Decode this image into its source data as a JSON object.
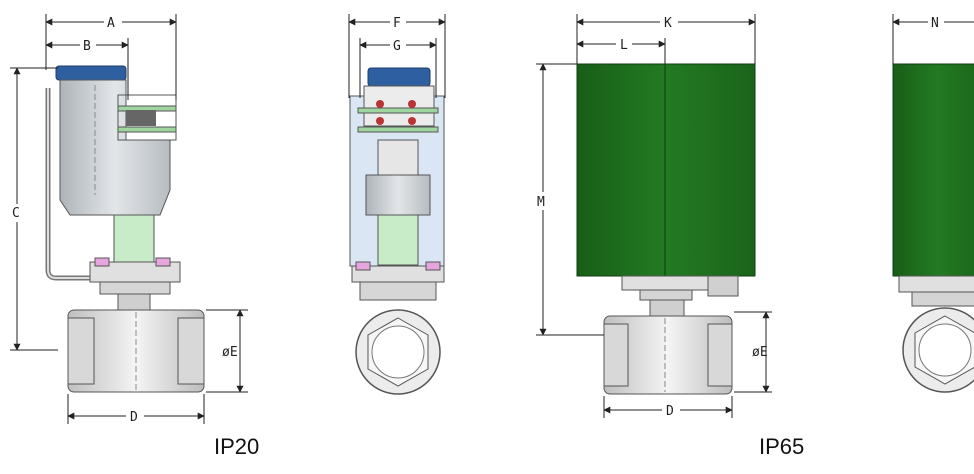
{
  "drawing": {
    "ip20": {
      "caption": "IP20",
      "side_view": {
        "dim_a": "A",
        "dim_b": "B",
        "dim_c": "C",
        "dim_d": "D",
        "dim_e": "øE"
      },
      "front_view": {
        "dim_f": "F",
        "dim_g": "G"
      }
    },
    "ip65": {
      "caption": "IP65",
      "side_view": {
        "dim_k": "K",
        "dim_l": "L",
        "dim_m": "M",
        "dim_d": "D",
        "dim_e": "øE"
      },
      "front_view": {
        "dim_n": "N"
      }
    }
  },
  "colors": {
    "actuator_green": "#1f6b1f",
    "actuator_cap_blue": "#2e5fa0",
    "actuator_grey": "#cfd3d7",
    "stem_green": "#c7ecc7",
    "flange_pink": "#e7a5df",
    "dimension_line": "#222222"
  }
}
